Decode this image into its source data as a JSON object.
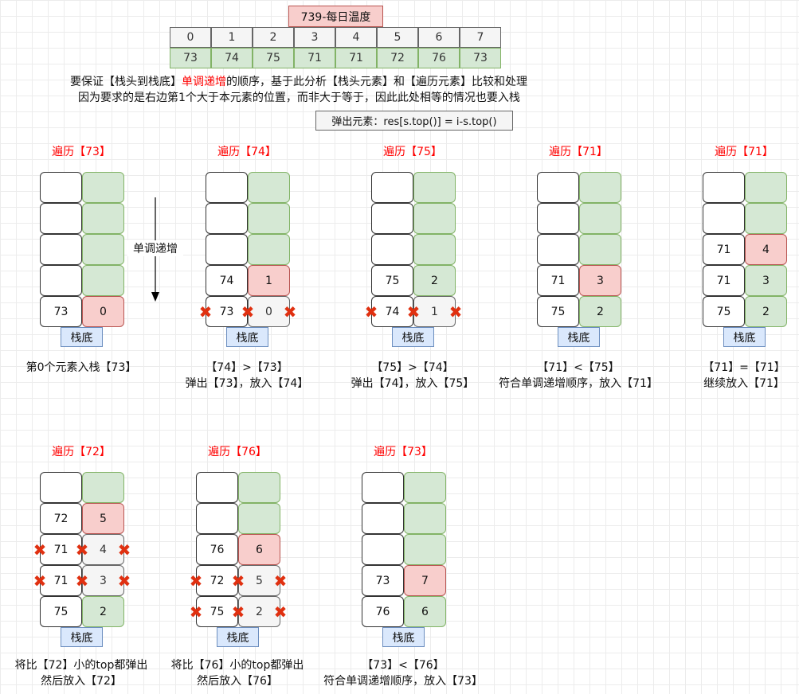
{
  "title": "739-每日温度",
  "indices": [
    "0",
    "1",
    "2",
    "3",
    "4",
    "5",
    "6",
    "7"
  ],
  "temps": [
    "73",
    "74",
    "75",
    "71",
    "71",
    "72",
    "76",
    "73"
  ],
  "desc": {
    "line1_pre": "要保证【栈头到栈底】",
    "line1_red": "单调递增",
    "line1_post": "的顺序，基于此分析【栈头元素】和【遍历元素】比较和处理",
    "line2": "因为要求的是右边第1个大于本元素的位置，而非大于等于，因此此处相等的情况也要入栈"
  },
  "formula": "弹出元素：res[s.top()] = i-s.top()",
  "arrow_label": "单调递增",
  "base_label": "栈底",
  "colors": {
    "green": "#d5e8d4",
    "red": "#f8cecc",
    "blue": "#dae8fc"
  },
  "stacks": [
    {
      "heading": "遍历【73】",
      "rows": [
        null,
        null,
        null,
        null,
        {
          "v": "73",
          "i": "0",
          "c": "red"
        }
      ],
      "caption": [
        "第0个元素入栈【73】"
      ]
    },
    {
      "heading": "遍历【74】",
      "rows": [
        null,
        null,
        null,
        {
          "v": "74",
          "i": "1",
          "c": "red"
        },
        {
          "v": "73",
          "i": "0",
          "c": "gray",
          "x": true
        }
      ],
      "caption": [
        "【74】>【73】",
        "弹出【73】，放入【74】"
      ]
    },
    {
      "heading": "遍历【75】",
      "rows": [
        null,
        null,
        null,
        {
          "v": "75",
          "i": "2",
          "c": "green"
        },
        {
          "v": "74",
          "i": "1",
          "c": "gray",
          "x": true
        }
      ],
      "caption": [
        "【75】>【74】",
        "弹出【74】，放入【75】"
      ]
    },
    {
      "heading": "遍历【71】",
      "rows": [
        null,
        null,
        null,
        {
          "v": "71",
          "i": "3",
          "c": "red"
        },
        {
          "v": "75",
          "i": "2",
          "c": "green"
        }
      ],
      "caption": [
        "【71】<【75】",
        "符合单调递增顺序，放入【71】"
      ]
    },
    {
      "heading": "遍历【71】",
      "rows": [
        null,
        null,
        {
          "v": "71",
          "i": "4",
          "c": "red"
        },
        {
          "v": "71",
          "i": "3",
          "c": "green"
        },
        {
          "v": "75",
          "i": "2",
          "c": "green"
        }
      ],
      "caption": [
        "【71】=【71】",
        "继续放入【71】"
      ]
    },
    {
      "heading": "遍历【72】",
      "rows": [
        null,
        {
          "v": "72",
          "i": "5",
          "c": "red"
        },
        {
          "v": "71",
          "i": "4",
          "c": "gray",
          "x": true
        },
        {
          "v": "71",
          "i": "3",
          "c": "gray",
          "x": true
        },
        {
          "v": "75",
          "i": "2",
          "c": "green"
        }
      ],
      "caption": [
        "将比【72】小的top都弹出",
        "然后放入【72】"
      ]
    },
    {
      "heading": "遍历【76】",
      "rows": [
        null,
        null,
        {
          "v": "76",
          "i": "6",
          "c": "red"
        },
        {
          "v": "72",
          "i": "5",
          "c": "gray",
          "x": true
        },
        {
          "v": "75",
          "i": "2",
          "c": "gray",
          "x": true
        }
      ],
      "caption": [
        "将比【76】小的top都弹出",
        "然后放入【76】"
      ]
    },
    {
      "heading": "遍历【73】",
      "rows": [
        null,
        null,
        null,
        {
          "v": "73",
          "i": "7",
          "c": "red"
        },
        {
          "v": "76",
          "i": "6",
          "c": "green"
        }
      ],
      "caption": [
        "【73】<【76】",
        "符合单调递增顺序，放入【73】"
      ]
    }
  ]
}
